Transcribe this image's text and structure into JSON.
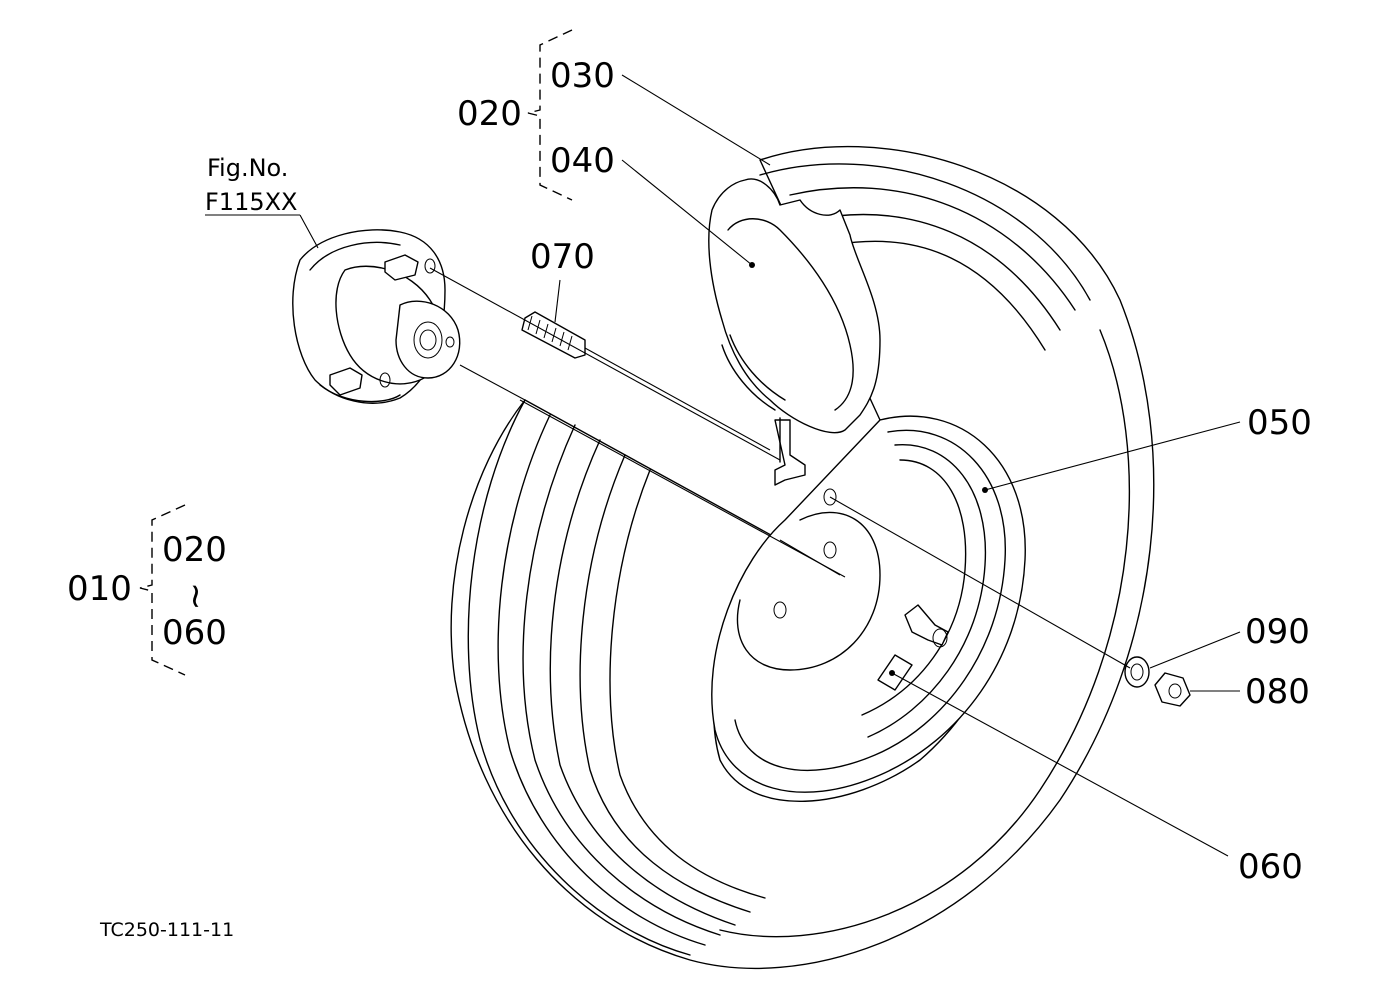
{
  "labels": {
    "p010": "010",
    "p020_top": "020",
    "p030": "030",
    "p040": "040",
    "p070": "070",
    "p050": "050",
    "p090": "090",
    "p080": "080",
    "p060": "060",
    "range_from": "020",
    "range_to": "060",
    "range_sep": "~"
  },
  "fig_ref": {
    "line1": "Fig.No.",
    "line2": "F115XX"
  },
  "drawing_code": "TC250-111-11"
}
